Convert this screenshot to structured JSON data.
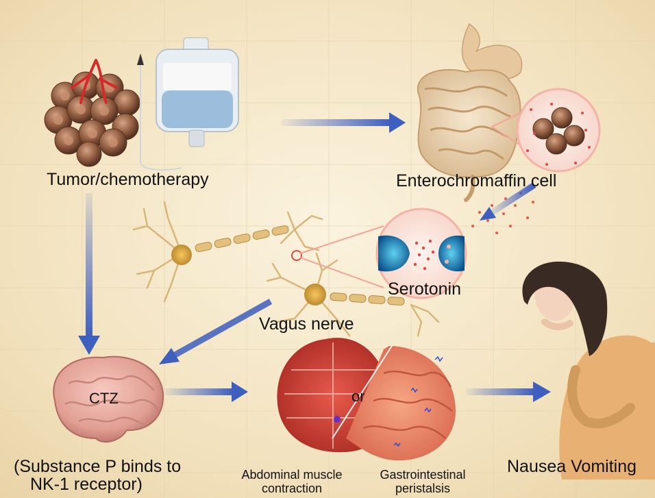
{
  "labels": {
    "tumor": "Tumor/chemotherapy",
    "enterochromaffin": "Enterochromaffin cell",
    "serotonin": "Serotonin",
    "vagus": "Vagus nerve",
    "ctz": "CTZ",
    "or": "or",
    "substance_p_line1": "(Substance P binds to",
    "substance_p_line2": "NK-1 receptor)",
    "abdominal_line1": "Abdominal muscle",
    "abdominal_line2": "contraction",
    "gi_line1": "Gastrointestinal",
    "gi_line2": "peristalsis",
    "nausea": "Nausea Vomiting"
  },
  "colors": {
    "background": "#f3e6c7",
    "arrow": "#3f5fbf",
    "text": "#111111"
  }
}
